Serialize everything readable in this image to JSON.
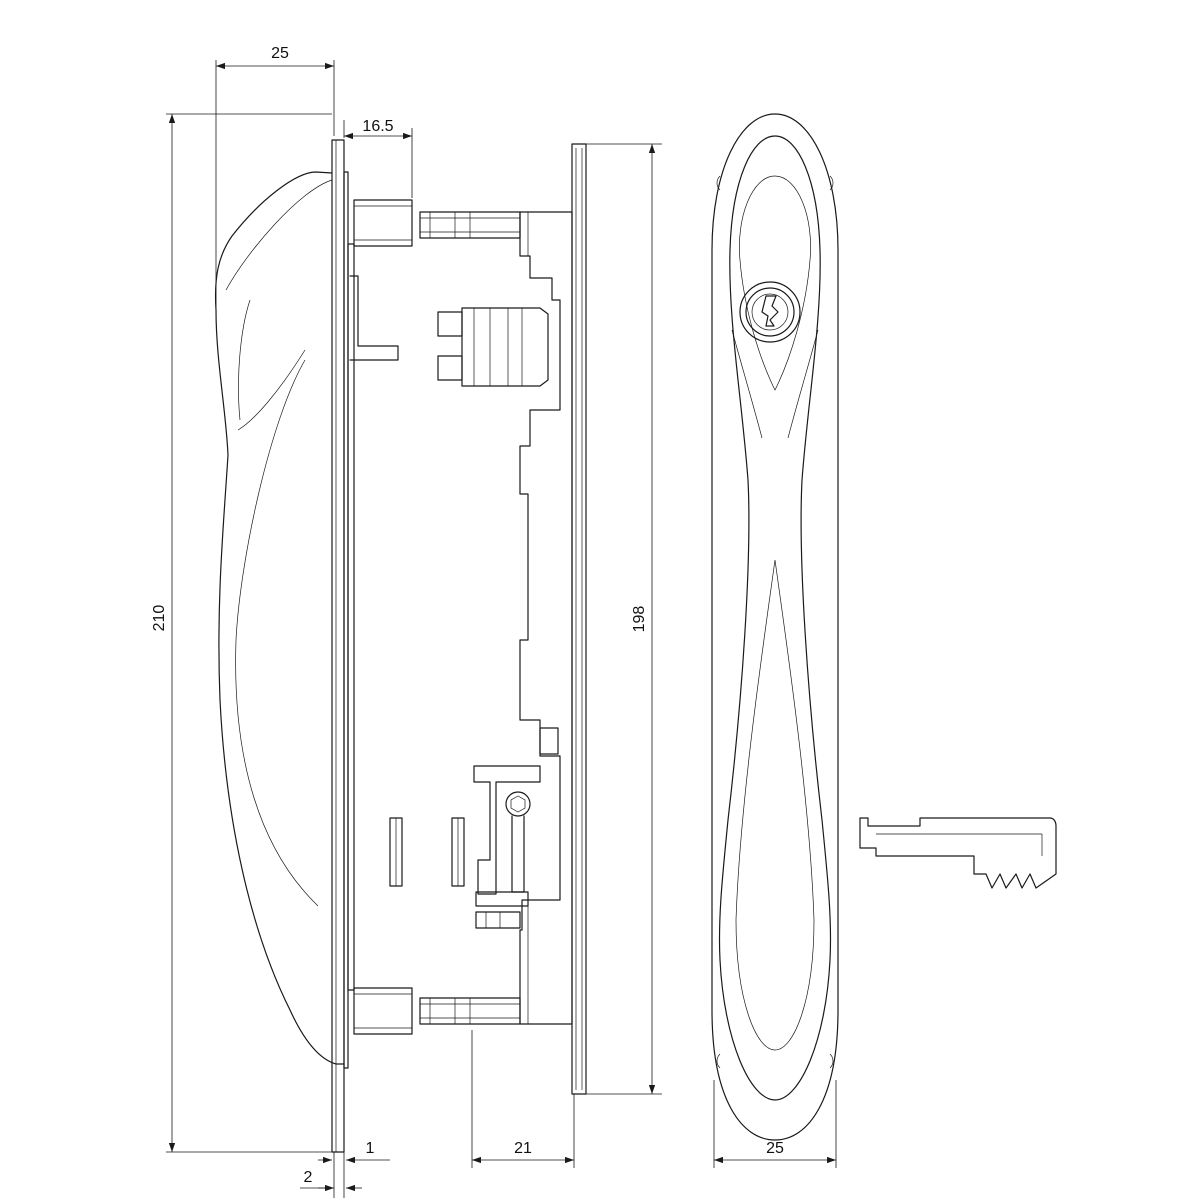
{
  "colors": {
    "line": "#1a1a1a",
    "background": "#ffffff"
  },
  "dimensions": {
    "side_handle_depth": "25",
    "overall_height": "210",
    "spindle_offset": "16.5",
    "plate_thickness": "2",
    "gap": "1",
    "body_depth": "21",
    "backplate_height": "198",
    "front_handle_width": "25"
  }
}
